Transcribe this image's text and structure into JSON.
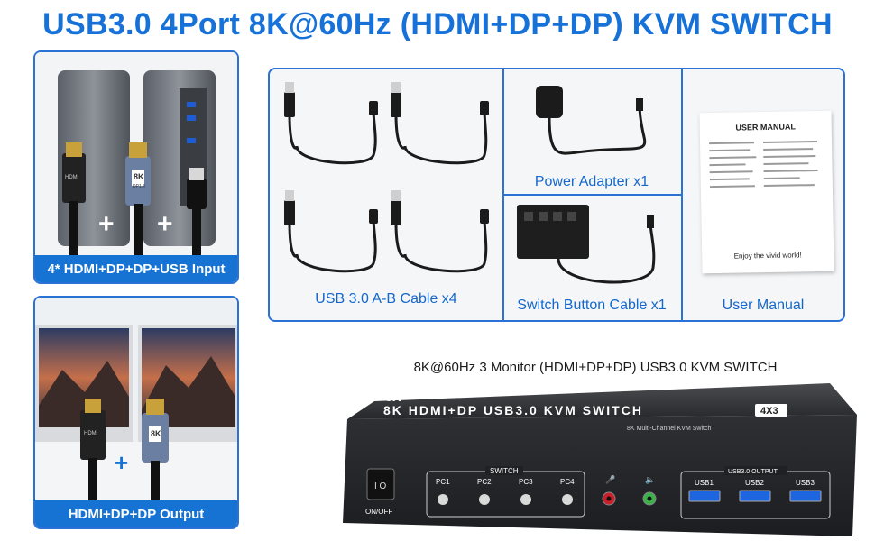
{
  "title": "USB3.0 4Port 8K@60Hz (HDMI+DP+DP) KVM SWITCH",
  "input_card": {
    "label": "4* HDMI+DP+DP+USB Input",
    "plus_signs": [
      "+",
      "+"
    ]
  },
  "output_card": {
    "label": "HDMI+DP+DP Output",
    "plus_sign": "+"
  },
  "accessories": {
    "usb_cable": "USB 3.0 A-B Cable x4",
    "power_adapter": "Power Adapter x1",
    "switch_cable": "Switch Button Cable x1",
    "manual": "User Manual",
    "manual_heading": "USER MANUAL",
    "manual_footer": "Enjoy the vivid world!"
  },
  "device": {
    "title": "8K@60Hz 3 Monitor (HDMI+DP+DP) USB3.0 KVM SWITCH",
    "top_label": "8K HDMI+DP USB3.0 KVM SWITCH",
    "top_badge": "4X3",
    "brand": "8K",
    "sub_label": "8K Multi-Channel KVM Switch",
    "power_label": "ON/OFF",
    "switch_header": "SWITCH",
    "pc_buttons": [
      "PC1",
      "PC2",
      "PC3",
      "PC4"
    ],
    "usb_header": "USB3.0 OUTPUT",
    "usb_ports": [
      "USB1",
      "USB2",
      "USB3"
    ]
  },
  "connector_labels": {
    "hdmi": "HDMI",
    "dp_big": "8K",
    "dp_small": "DP1.4"
  },
  "colors": {
    "accent": "#1673d4",
    "title": "#1672d8",
    "device_body": "#2a2c30"
  }
}
